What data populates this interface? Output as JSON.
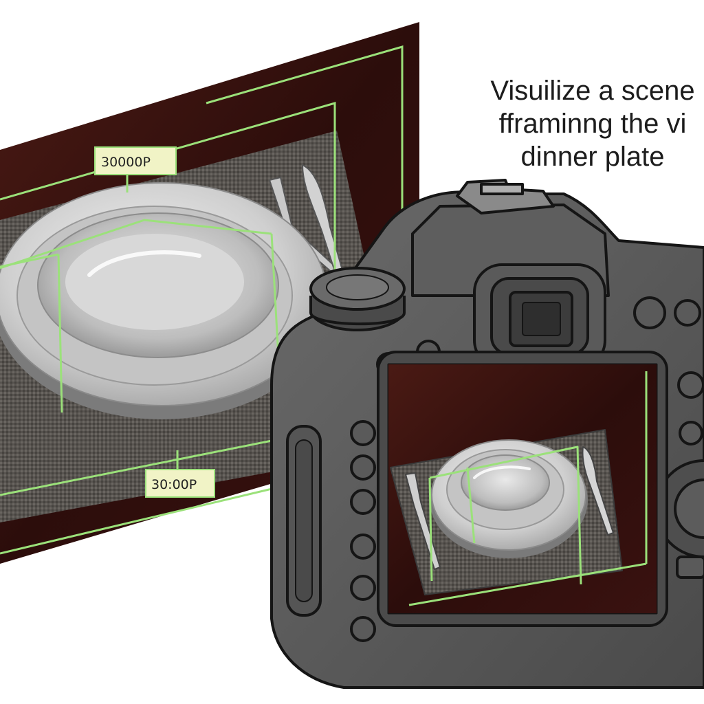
{
  "caption": {
    "line1": "Visuilize a scene",
    "line2": "fframinng the vi",
    "line3": "dinner plate"
  },
  "labels": {
    "top_resolution": "30000P",
    "bottom_resolution": "30:00P"
  },
  "colors": {
    "frame_guide": "#9be17a",
    "table_wood": "#3a1210",
    "placemat": "#55524f",
    "plate": "#d6d6d6",
    "camera_body": "#5c5c5c",
    "camera_outline": "#151515",
    "label_bg": "#f1f3c6"
  },
  "icons": [
    "camera-icon",
    "play-button-icon",
    "dinner-plate-icon",
    "fork-icon",
    "knife-icon"
  ]
}
